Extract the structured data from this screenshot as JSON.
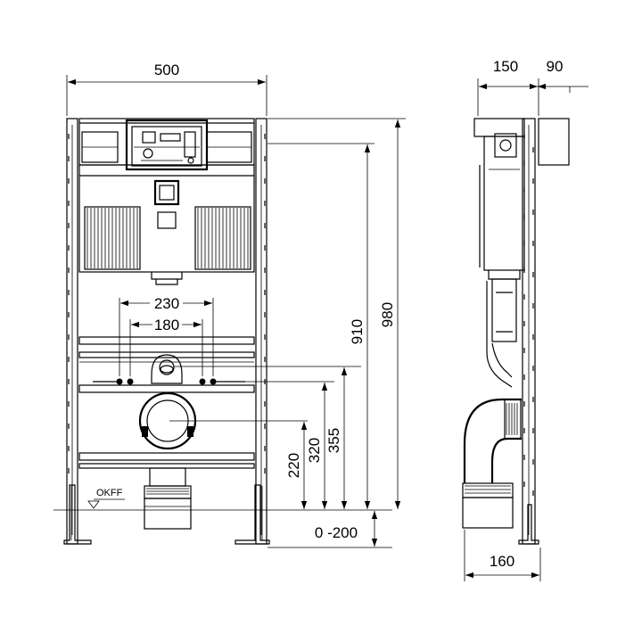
{
  "dimensions": {
    "frame_width": "500",
    "depth_150": "150",
    "depth_90": "90",
    "dist_230": "230",
    "dist_180": "180",
    "height_910": "910",
    "height_980": "980",
    "height_220": "220",
    "height_320": "320",
    "height_355": "355",
    "range_0_200": "0 -200",
    "depth_160": "160"
  },
  "labels": {
    "okff": "OKFF"
  },
  "colors": {
    "line": "#000000",
    "background": "#ffffff"
  }
}
